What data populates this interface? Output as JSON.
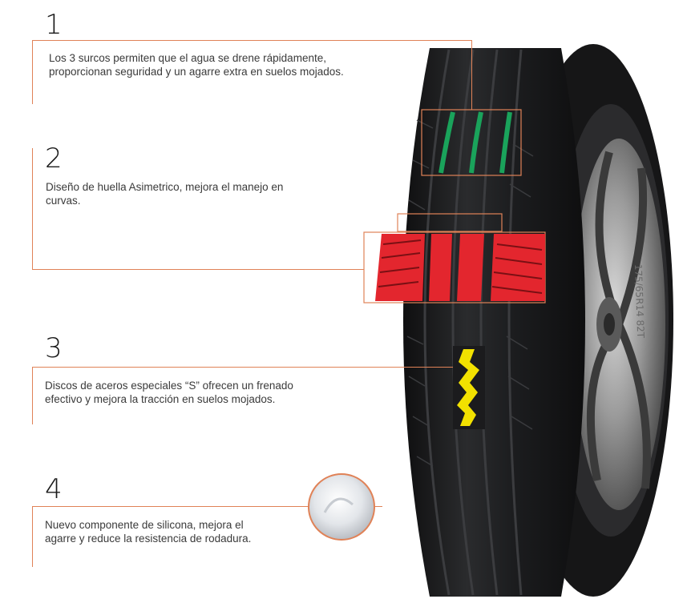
{
  "accent_color": "#e08257",
  "features": [
    {
      "number": "1",
      "text": "Los 3 surcos permiten que el agua se drene rápidamente,\nproporcionan seguridad y un agarre extra en suelos mojados."
    },
    {
      "number": "2",
      "text": "Diseño de huella Asimetrico, mejora el manejo en\ncurvas."
    },
    {
      "number": "3",
      "text": "Discos de aceros especiales “S” ofrecen un frenado\nefectivo y mejora la tracción en suelos mojados."
    },
    {
      "number": "4",
      "text": "Nuevo componente de silicona, mejora el\nagarre y reduce la resistencia de rodadura."
    }
  ],
  "tire": {
    "sidewall_text": "175/65R14 82T",
    "highlight_colors": {
      "grooves": "#1aa35b",
      "tread": "#e3262e",
      "sipes": "#f2e100"
    }
  }
}
